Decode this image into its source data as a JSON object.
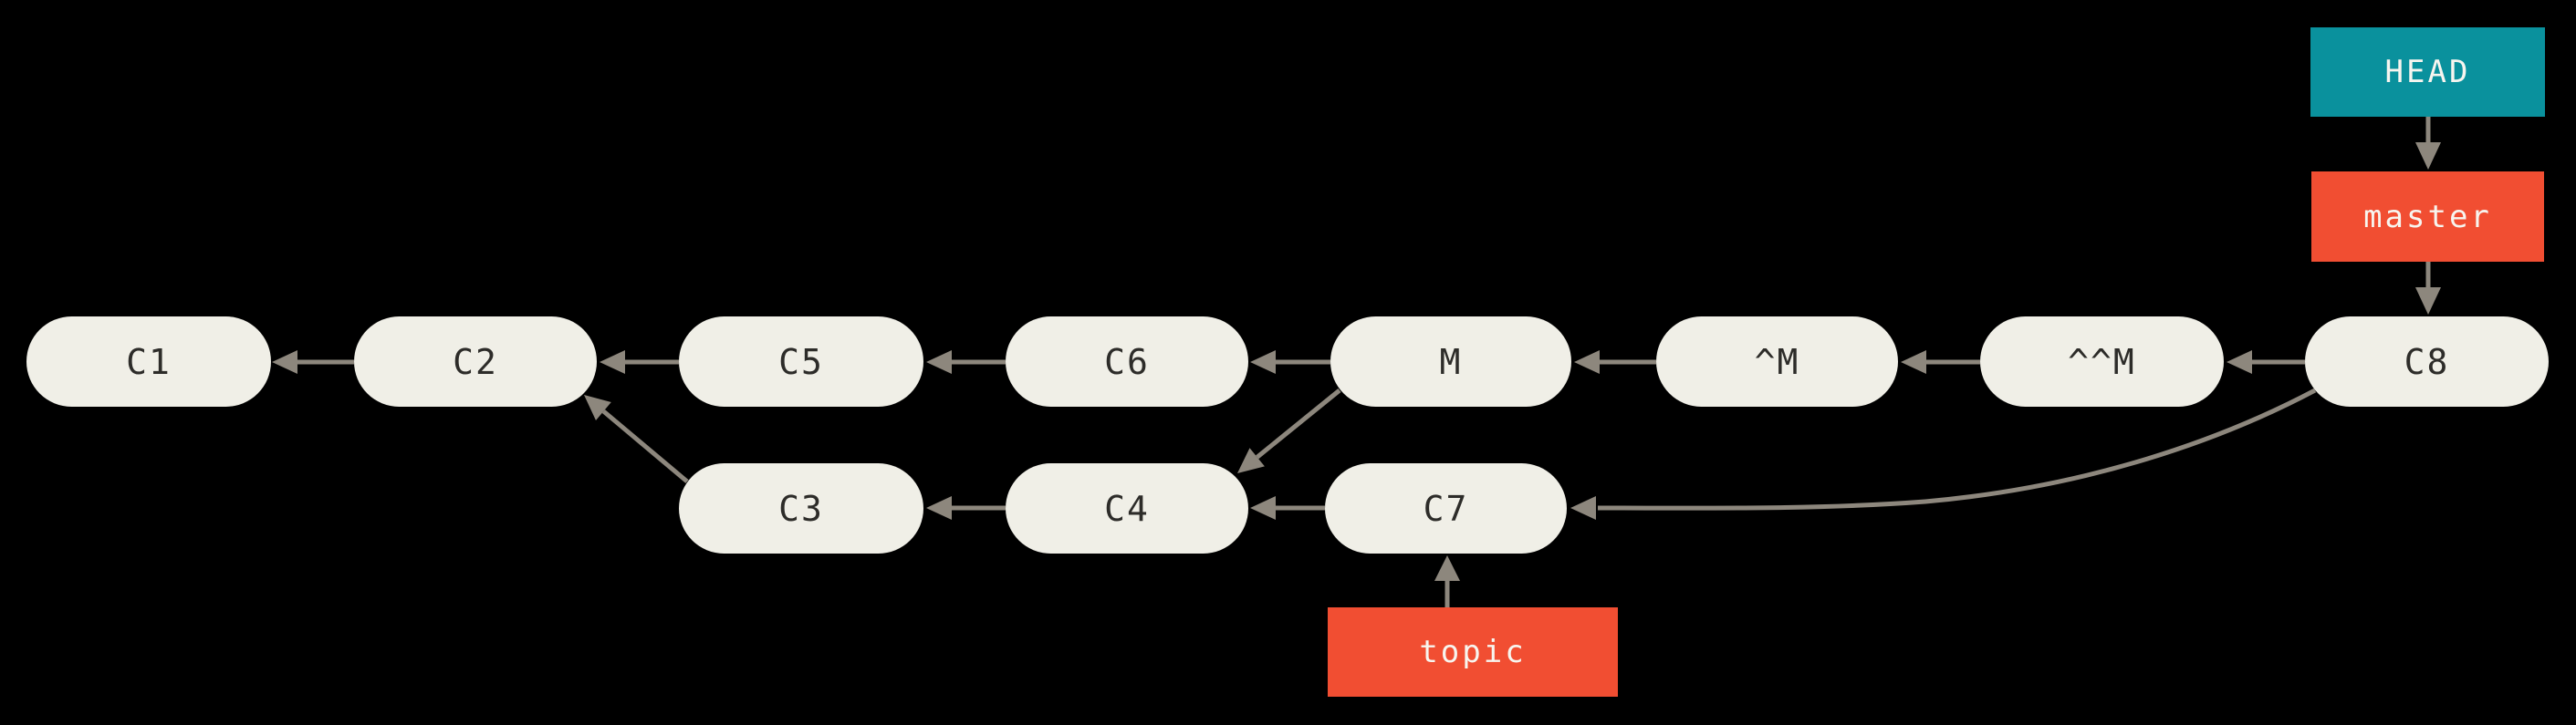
{
  "figure": {
    "type": "git-commit-graph",
    "colors": {
      "background": "#000000",
      "commit_fill": "#f0efe7",
      "commit_text": "#2d2c29",
      "edge": "#8d877d",
      "head_fill": "#0a919d",
      "branch_fill": "#f14e32",
      "ref_text": "#f7f5ef"
    },
    "refs": {
      "head": "HEAD",
      "master": "master",
      "topic": "topic"
    },
    "commits": {
      "c1": "C1",
      "c2": "C2",
      "c3": "C3",
      "c4": "C4",
      "c5": "C5",
      "c6": "C6",
      "c7": "C7",
      "c8": "C8",
      "m": "M",
      "caret_m": "^M",
      "caret_caret_m": "^^M"
    },
    "edges": [
      {
        "from": "HEAD",
        "to": "master"
      },
      {
        "from": "master",
        "to": "C8"
      },
      {
        "from": "C8",
        "to": "^^M"
      },
      {
        "from": "^^M",
        "to": "^M"
      },
      {
        "from": "^M",
        "to": "M"
      },
      {
        "from": "M",
        "to": "C6"
      },
      {
        "from": "M",
        "to": "C4"
      },
      {
        "from": "C6",
        "to": "C5"
      },
      {
        "from": "C5",
        "to": "C2"
      },
      {
        "from": "C2",
        "to": "C1"
      },
      {
        "from": "C3",
        "to": "C2"
      },
      {
        "from": "C4",
        "to": "C3"
      },
      {
        "from": "C7",
        "to": "C4"
      },
      {
        "from": "C8",
        "to": "C7"
      },
      {
        "from": "topic",
        "to": "C7"
      }
    ]
  }
}
